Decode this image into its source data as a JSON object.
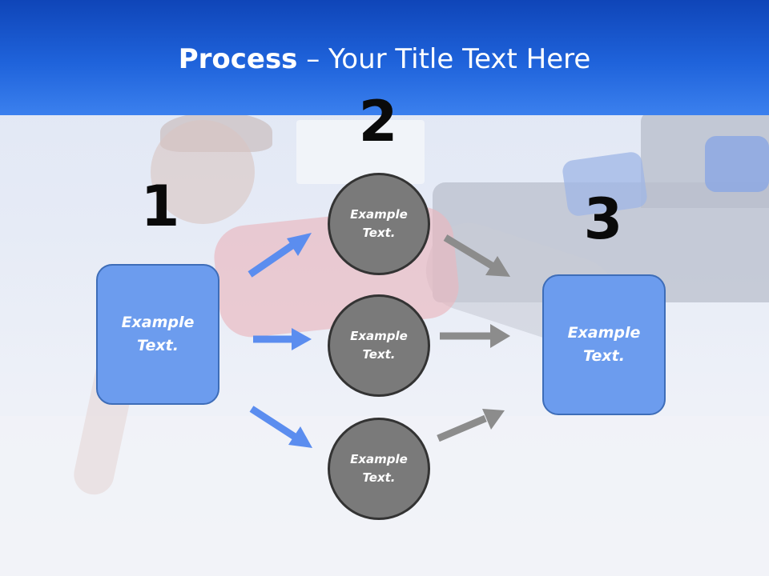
{
  "title": {
    "bold": "Process",
    "rest": " – Your Title Text Here"
  },
  "steps": {
    "one": "1",
    "two": "2",
    "three": "3"
  },
  "left_box": {
    "text": "Example\nText."
  },
  "right_box": {
    "text": "Example\nText."
  },
  "circles": [
    {
      "text": "Example\nText."
    },
    {
      "text": "Example\nText."
    },
    {
      "text": "Example\nText."
    }
  ],
  "colors": {
    "header": "#1f63db",
    "box_fill": "#6c9cee",
    "box_border": "#3e6db8",
    "circle_fill": "#7a7a7a",
    "circle_border": "#333333",
    "arrow_blue": "#5b8def",
    "arrow_gray": "#8c8c8c"
  }
}
